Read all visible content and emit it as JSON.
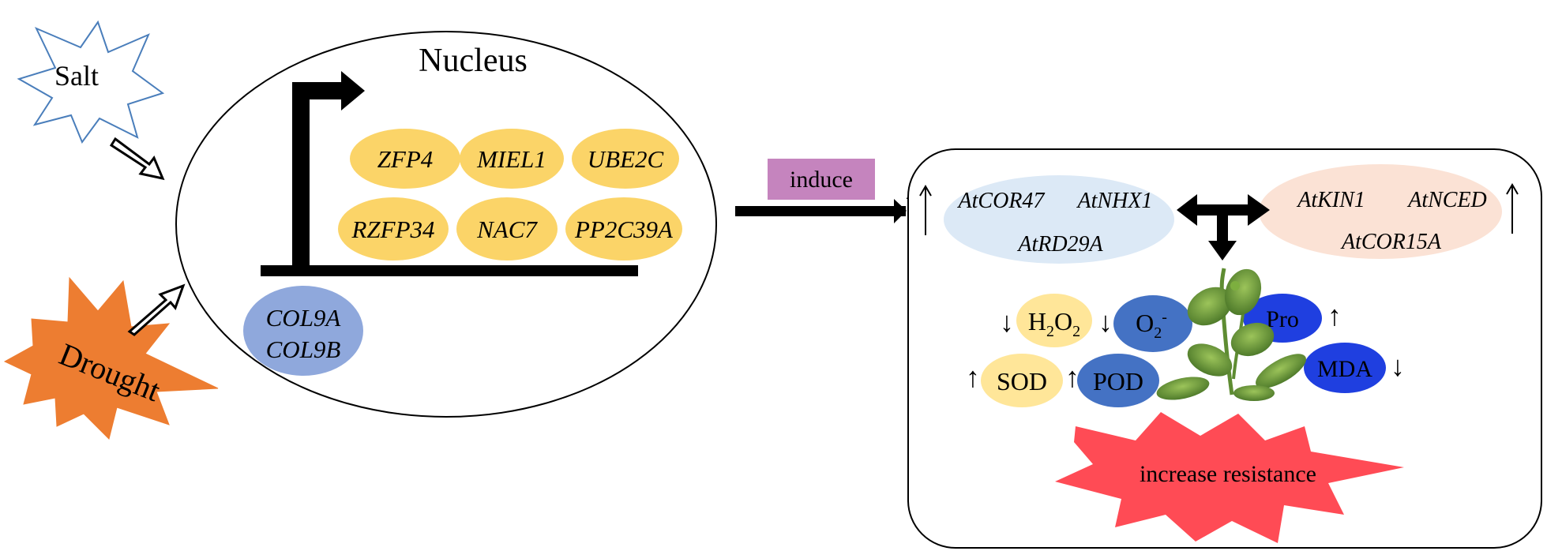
{
  "stimuli": {
    "salt": "Salt",
    "drought": "Drought"
  },
  "nucleus": {
    "title": "Nucleus",
    "genes": [
      "ZFP4",
      "MIEL1",
      "UBE2C",
      "RZFP34",
      "NAC7",
      "PP2C39A"
    ],
    "cols": [
      "COL9A",
      "COL9B"
    ]
  },
  "induce_label": "induce",
  "right_panel": {
    "blue_genes": [
      "AtCOR47",
      "AtNHX1",
      "AtRD29A"
    ],
    "peach_genes": [
      "AtKIN1",
      "AtNCED",
      "AtCOR15A"
    ],
    "arrows": {
      "up": "↑",
      "down": "↓"
    },
    "metabolites": {
      "h2o2": {
        "base1": "H",
        "sub1": "2",
        "base2": "O",
        "sub2": "2"
      },
      "o2": {
        "base": "O",
        "sub": "2",
        "sup": "-"
      },
      "pro": "Pro",
      "sod": "SOD",
      "pod": "POD",
      "mda": "MDA"
    },
    "outcome": "increase resistance"
  },
  "colors": {
    "gene_yellow": "#FBD468",
    "col_blue": "#8FA8DC",
    "induce_pink": "#C584BE",
    "salt_stroke": "#4A7EBB",
    "drought_orange": "#ED7D31",
    "blue_panel": "#DCE9F6",
    "peach_panel": "#FBE2D5",
    "metab_yellow": "#FFE699",
    "metab_steel": "#4472C4",
    "metab_bright_blue": "#1F3FE0",
    "burst_red": "#FF4B55"
  }
}
